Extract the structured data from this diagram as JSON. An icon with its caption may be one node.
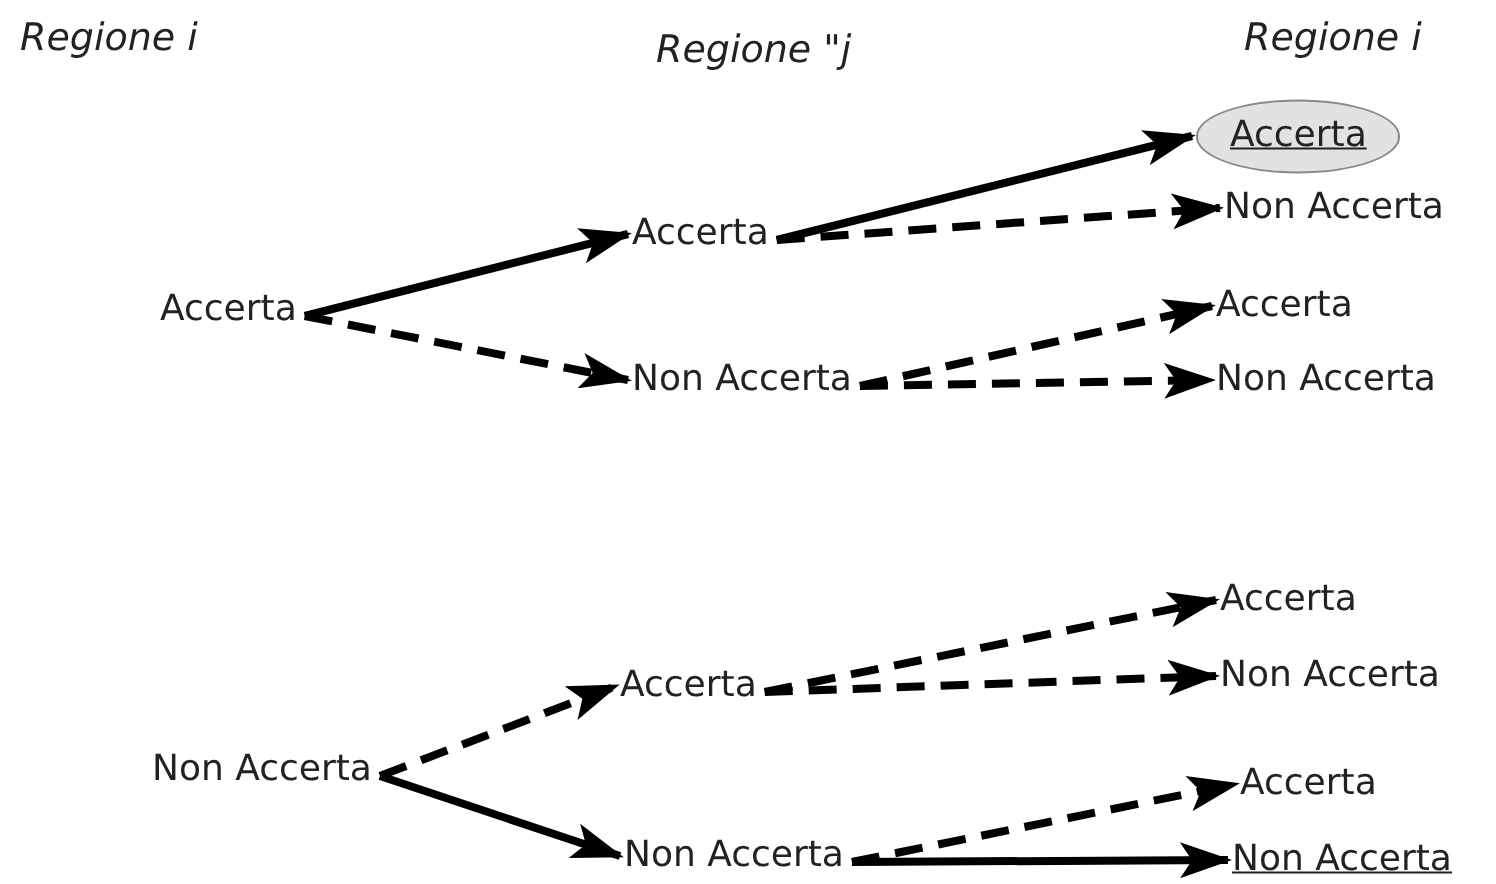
{
  "diagram": {
    "nodes": [
      {
        "text": [
          "Accerta"
        ]
      },
      {
        "text": [
          "Accerta"
        ]
      },
      {
        "text": [
          "Non Accerta"
        ]
      },
      {
        "text": [
          "Accerta"
        ]
      },
      {
        "text": [
          "Non Accerta"
        ]
      },
      {
        "text": [
          "Accerta"
        ]
      },
      {
        "text": [
          "Non Accerta"
        ]
      },
      {
        "text": [
          "Non Accerta"
        ]
      },
      {
        "text": [
          "Accerta"
        ]
      },
      {
        "text": [
          "Non Accerta"
        ]
      },
      {
        "text": [
          "Accerta"
        ]
      },
      {
        "text": [
          "Non Accerta"
        ]
      },
      {
        "text": [
          "Accerta"
        ]
      },
      {
        "text": [
          "Non Accerta"
        ]
      }
    ],
    "edges": [
      {
        "from": 0,
        "to": 1,
        "arrow": "to"
      },
      {
        "from": 0,
        "to": 2,
        "arrow": "to",
        "style": "dashed"
      },
      {
        "from": 1,
        "to": 3,
        "arrow": "to"
      },
      {
        "from": 1,
        "to": 4,
        "arrow": "to",
        "style": "dashed"
      },
      {
        "from": 2,
        "to": 5,
        "arrow": "to",
        "style": "dashed"
      },
      {
        "from": 2,
        "to": 6,
        "arrow": "to",
        "style": "dashed"
      },
      {
        "from": 7,
        "to": 8,
        "arrow": "to",
        "style": "dashed"
      },
      {
        "from": 7,
        "to": 9,
        "arrow": "to"
      },
      {
        "from": 8,
        "to": 10,
        "arrow": "to",
        "style": "dashed"
      },
      {
        "from": 8,
        "to": 11,
        "arrow": "to",
        "style": "dashed"
      },
      {
        "from": 9,
        "to": 12,
        "arrow": "to",
        "style": "dashed"
      },
      {
        "from": 9,
        "to": 13,
        "arrow": "to"
      }
    ],
    "labels": [
      "Regione i",
      "Regione \"j",
      "Regione i"
    ]
  }
}
